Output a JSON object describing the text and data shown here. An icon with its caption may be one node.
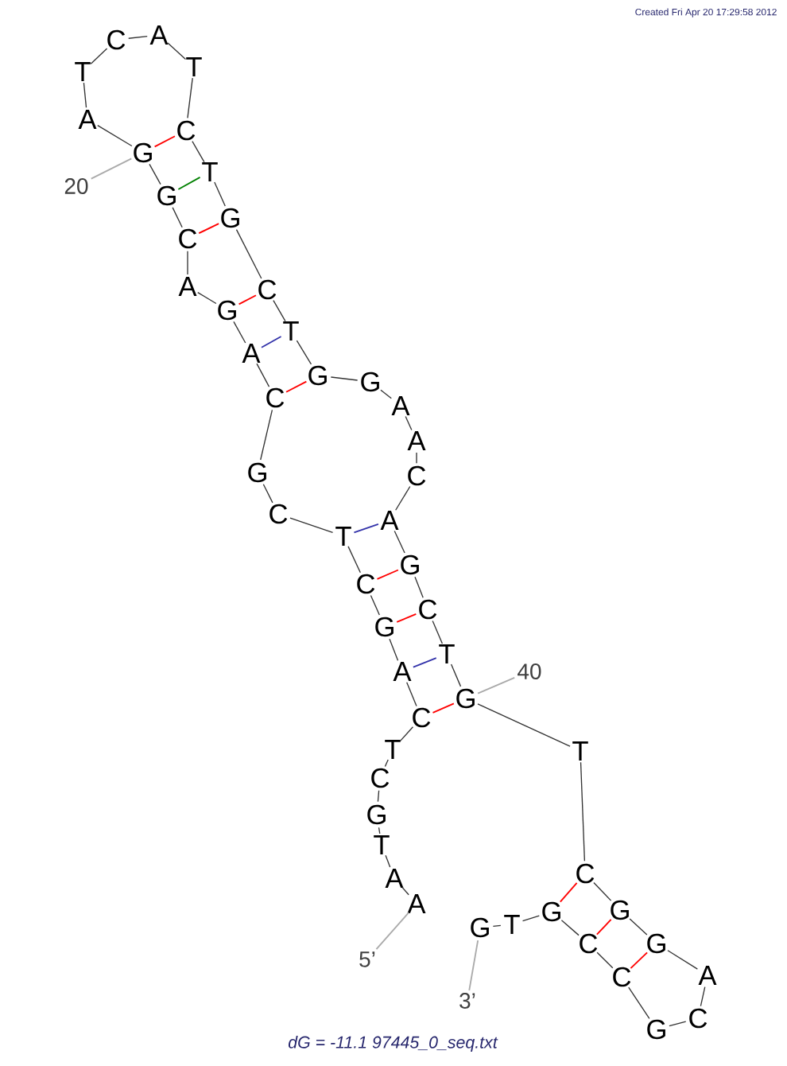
{
  "diagram": {
    "caption": "dG = -11.1 97445_0_seq.txt",
    "nodes": [
      {
        "text": [
          "A"
        ]
      },
      {
        "text": [
          "A"
        ]
      },
      {
        "text": [
          "T"
        ]
      },
      {
        "text": [
          "G"
        ]
      },
      {
        "text": [
          "C"
        ]
      },
      {
        "text": [
          "T"
        ]
      },
      {
        "text": [
          "C"
        ]
      },
      {
        "text": [
          "A"
        ]
      },
      {
        "text": [
          "G"
        ]
      },
      {
        "text": [
          "C"
        ]
      },
      {
        "text": [
          "T"
        ]
      },
      {
        "text": [
          "C"
        ]
      },
      {
        "text": [
          "G"
        ]
      },
      {
        "text": [
          "C"
        ]
      },
      {
        "text": [
          "A"
        ]
      },
      {
        "text": [
          "G"
        ]
      },
      {
        "text": [
          "A"
        ]
      },
      {
        "text": [
          "C"
        ]
      },
      {
        "text": [
          "G"
        ]
      },
      {
        "text": [
          "G"
        ]
      },
      {
        "text": [
          "A"
        ]
      },
      {
        "text": [
          "T"
        ]
      },
      {
        "text": [
          "C"
        ]
      },
      {
        "text": [
          "A"
        ]
      },
      {
        "text": [
          "T"
        ]
      },
      {
        "text": [
          "C"
        ]
      },
      {
        "text": [
          "T"
        ]
      },
      {
        "text": [
          "G"
        ]
      },
      {
        "text": [
          "C"
        ]
      },
      {
        "text": [
          "T"
        ]
      },
      {
        "text": [
          "G"
        ]
      },
      {
        "text": [
          "G"
        ]
      },
      {
        "text": [
          "A"
        ]
      },
      {
        "text": [
          "A"
        ]
      },
      {
        "text": [
          "C"
        ]
      },
      {
        "text": [
          "A"
        ]
      },
      {
        "text": [
          "G"
        ]
      },
      {
        "text": [
          "C"
        ]
      },
      {
        "text": [
          "T"
        ]
      },
      {
        "text": [
          "G"
        ]
      },
      {
        "text": [
          "T"
        ]
      },
      {
        "text": [
          "C"
        ]
      },
      {
        "text": [
          "G"
        ]
      },
      {
        "text": [
          "G"
        ]
      },
      {
        "text": [
          "A"
        ]
      },
      {
        "text": [
          "C"
        ]
      },
      {
        "text": [
          "G"
        ]
      },
      {
        "text": [
          "C"
        ]
      },
      {
        "text": [
          "C"
        ]
      },
      {
        "text": [
          "G"
        ]
      },
      {
        "text": [
          "T"
        ]
      },
      {
        "text": [
          "G"
        ]
      },
      {
        "text": [
          "20"
        ]
      },
      {
        "text": [
          "40"
        ]
      },
      {
        "text": [
          "5’"
        ]
      },
      {
        "text": [
          "3’"
        ]
      }
    ],
    "edges": [
      {
        "from": 0,
        "to": 1,
        "arrow": "none"
      },
      {
        "from": 1,
        "to": 2,
        "arrow": "none"
      },
      {
        "from": 2,
        "to": 3,
        "arrow": "none"
      },
      {
        "from": 3,
        "to": 4,
        "arrow": "none"
      },
      {
        "from": 4,
        "to": 5,
        "arrow": "none"
      },
      {
        "from": 5,
        "to": 6,
        "arrow": "none"
      },
      {
        "from": 6,
        "to": 7,
        "arrow": "none"
      },
      {
        "from": 7,
        "to": 8,
        "arrow": "none"
      },
      {
        "from": 8,
        "to": 9,
        "arrow": "none"
      },
      {
        "from": 9,
        "to": 10,
        "arrow": "none"
      },
      {
        "from": 10,
        "to": 11,
        "arrow": "none"
      },
      {
        "from": 11,
        "to": 12,
        "arrow": "none"
      },
      {
        "from": 12,
        "to": 13,
        "arrow": "none"
      },
      {
        "from": 13,
        "to": 14,
        "arrow": "none"
      },
      {
        "from": 14,
        "to": 15,
        "arrow": "none"
      },
      {
        "from": 15,
        "to": 16,
        "arrow": "none"
      },
      {
        "from": 16,
        "to": 17,
        "arrow": "none"
      },
      {
        "from": 17,
        "to": 18,
        "arrow": "none"
      },
      {
        "from": 18,
        "to": 19,
        "arrow": "none"
      },
      {
        "from": 19,
        "to": 20,
        "arrow": "none"
      },
      {
        "from": 20,
        "to": 21,
        "arrow": "none"
      },
      {
        "from": 21,
        "to": 22,
        "arrow": "none"
      },
      {
        "from": 22,
        "to": 23,
        "arrow": "none"
      },
      {
        "from": 23,
        "to": 24,
        "arrow": "none"
      },
      {
        "from": 24,
        "to": 25,
        "arrow": "none"
      },
      {
        "from": 25,
        "to": 26,
        "arrow": "none"
      },
      {
        "from": 26,
        "to": 27,
        "arrow": "none"
      },
      {
        "from": 27,
        "to": 28,
        "arrow": "none"
      },
      {
        "from": 28,
        "to": 29,
        "arrow": "none"
      },
      {
        "from": 29,
        "to": 30,
        "arrow": "none"
      },
      {
        "from": 30,
        "to": 31,
        "arrow": "none"
      },
      {
        "from": 31,
        "to": 32,
        "arrow": "none"
      },
      {
        "from": 32,
        "to": 33,
        "arrow": "none"
      },
      {
        "from": 33,
        "to": 34,
        "arrow": "none"
      },
      {
        "from": 34,
        "to": 35,
        "arrow": "none"
      },
      {
        "from": 35,
        "to": 36,
        "arrow": "none"
      },
      {
        "from": 36,
        "to": 37,
        "arrow": "none"
      },
      {
        "from": 37,
        "to": 38,
        "arrow": "none"
      },
      {
        "from": 38,
        "to": 39,
        "arrow": "none"
      },
      {
        "from": 39,
        "to": 40,
        "arrow": "none"
      },
      {
        "from": 40,
        "to": 41,
        "arrow": "none"
      },
      {
        "from": 41,
        "to": 42,
        "arrow": "none"
      },
      {
        "from": 42,
        "to": 43,
        "arrow": "none"
      },
      {
        "from": 43,
        "to": 44,
        "arrow": "none"
      },
      {
        "from": 44,
        "to": 45,
        "arrow": "none"
      },
      {
        "from": 45,
        "to": 46,
        "arrow": "none"
      },
      {
        "from": 46,
        "to": 47,
        "arrow": "none"
      },
      {
        "from": 47,
        "to": 48,
        "arrow": "none"
      },
      {
        "from": 48,
        "to": 49,
        "arrow": "none"
      },
      {
        "from": 49,
        "to": 50,
        "arrow": "none"
      },
      {
        "from": 50,
        "to": 51,
        "arrow": "none"
      },
      {
        "from": 19,
        "to": 25,
        "arrow": "none",
        "color": "#ff0000"
      },
      {
        "from": 18,
        "to": 26,
        "arrow": "none",
        "color": "#008000"
      },
      {
        "from": 17,
        "to": 27,
        "arrow": "none",
        "color": "#ff0000"
      },
      {
        "from": 15,
        "to": 28,
        "arrow": "none",
        "color": "#ff0000"
      },
      {
        "from": 14,
        "to": 29,
        "arrow": "none",
        "color": "#3333aa"
      },
      {
        "from": 13,
        "to": 30,
        "arrow": "none",
        "color": "#ff0000"
      },
      {
        "from": 10,
        "to": 35,
        "arrow": "none",
        "color": "#3333aa"
      },
      {
        "from": 9,
        "to": 36,
        "arrow": "none",
        "color": "#ff0000"
      },
      {
        "from": 8,
        "to": 37,
        "arrow": "none",
        "color": "#ff0000"
      },
      {
        "from": 7,
        "to": 38,
        "arrow": "none",
        "color": "#3333aa"
      },
      {
        "from": 6,
        "to": 39,
        "arrow": "none",
        "color": "#ff0000"
      },
      {
        "from": 41,
        "to": 49,
        "arrow": "none",
        "color": "#ff0000"
      },
      {
        "from": 42,
        "to": 48,
        "arrow": "none",
        "color": "#ff0000"
      },
      {
        "from": 43,
        "to": 47,
        "arrow": "none",
        "color": "#ff0000"
      },
      {
        "from": 52,
        "to": 19,
        "arrow": "none",
        "color": "#aaaaaa"
      },
      {
        "from": 53,
        "to": 39,
        "arrow": "none",
        "color": "#aaaaaa"
      },
      {
        "from": 54,
        "to": 0,
        "arrow": "none",
        "color": "#aaaaaa"
      },
      {
        "from": 55,
        "to": 51,
        "arrow": "none",
        "color": "#aaaaaa"
      }
    ],
    "labels": [
      "Created Fri Apr 20 17:29:58 2012"
    ]
  }
}
